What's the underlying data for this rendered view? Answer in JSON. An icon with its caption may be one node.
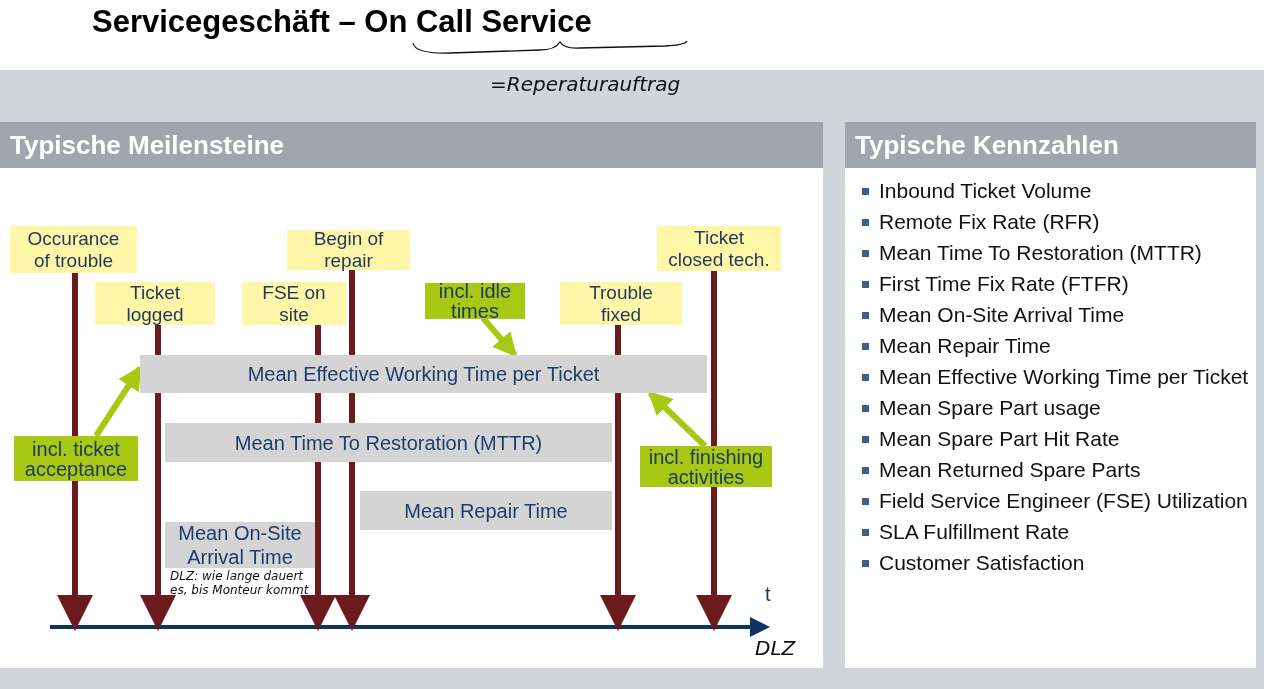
{
  "diagram": {
    "title": "Servicegeschäft – On Call Service",
    "nodes": [
      {
        "text": [
          "Typische Meilensteine"
        ]
      },
      {
        "text": [
          "Occurance of trouble"
        ],
        "in": 0
      },
      {
        "text": [
          "Begin of repair"
        ],
        "in": 0
      },
      {
        "text": [
          "Ticket closed tech."
        ],
        "in": 0
      },
      {
        "text": [
          "Ticket logged"
        ],
        "in": 0
      },
      {
        "text": [
          "FSE on site"
        ],
        "in": 0
      },
      {
        "text": [
          "incl. idle times"
        ],
        "in": 0
      },
      {
        "text": [
          "Trouble fixed"
        ],
        "in": 0
      },
      {
        "text": [
          "Mean Effective Working Time per Ticket"
        ],
        "in": 0
      },
      {
        "text": [
          "incl. ticket acceptance"
        ],
        "in": 0
      },
      {
        "text": [
          "Mean Time To Restoration (MTTR)"
        ],
        "in": 0
      },
      {
        "text": [
          "incl. finishing activities"
        ],
        "in": 0
      },
      {
        "text": [
          "Mean Repair Time"
        ],
        "in": 0
      },
      {
        "text": [
          "Mean On-Site Arrival Time"
        ],
        "in": 0
      },
      {
        "text": [
          "Typische Kennzahlen",
          "Inbound Ticket Volume",
          "Remote Fix Rate (RFR)",
          "Mean Time To Restoration (MTTR)",
          "First Time Fix Rate (FTFR)",
          "Mean On-Site Arrival Time",
          "Mean Repair Time",
          "Mean Effective Working Time per Ticket",
          "Mean Spare Part usage",
          "Mean Spare Part Hit Rate",
          "Mean Returned Spare Parts",
          "Field Service Engineer (FSE) Utilization",
          "SLA Fulfillment Rate",
          "Customer Satisfaction"
        ]
      }
    ],
    "edges": [
      {
        "from": 1,
        "to": null,
        "arrow": "to"
      },
      {
        "from": 4,
        "to": null,
        "arrow": "to"
      },
      {
        "from": 5,
        "to": null,
        "arrow": "to"
      },
      {
        "from": 2,
        "to": null,
        "arrow": "to"
      },
      {
        "from": 7,
        "to": null,
        "arrow": "to"
      },
      {
        "from": 3,
        "to": null,
        "arrow": "to"
      },
      {
        "from": 6,
        "to": 8,
        "arrow": "to",
        "color": "#a8c814"
      },
      {
        "from": 9,
        "to": 8,
        "arrow": "to",
        "color": "#a8c814"
      },
      {
        "from": 11,
        "to": 8,
        "arrow": "to",
        "color": "#a8c814"
      }
    ],
    "labels": [
      "=Reperaturauftrag",
      "DLZ: wie lange dauert es, bis Monteur kommt",
      "t",
      "DLZ"
    ]
  }
}
